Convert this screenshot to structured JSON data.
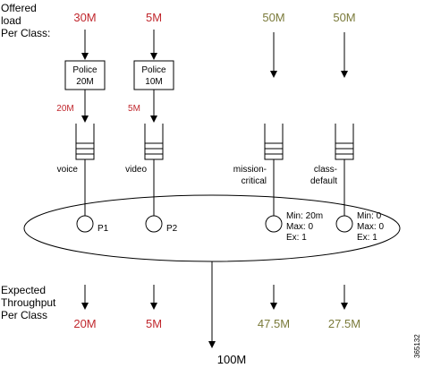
{
  "header_label": [
    "Offered",
    "load",
    "Per Class:"
  ],
  "footer_label": [
    "Expected",
    "Throughput",
    "Per Class"
  ],
  "total": "100M",
  "figure_id": "365132",
  "colors": {
    "line": "#000000",
    "red": "#c0272d",
    "olive": "#7a7a3a"
  },
  "classes": [
    {
      "offered": "30M",
      "offered_color": "red",
      "police": [
        "Police",
        "20M"
      ],
      "after_police": "20M",
      "queue_label": [
        "voice"
      ],
      "node": "P1",
      "node_info": [],
      "throughput": "20M",
      "throughput_color": "red"
    },
    {
      "offered": "5M",
      "offered_color": "red",
      "police": [
        "Police",
        "10M"
      ],
      "after_police": "5M",
      "queue_label": [
        "video"
      ],
      "node": "P2",
      "node_info": [],
      "throughput": "5M",
      "throughput_color": "red"
    },
    {
      "offered": "50M",
      "offered_color": "olive",
      "police": [],
      "after_police": "",
      "queue_label": [
        "mission-",
        "critical"
      ],
      "node": "",
      "node_info": [
        "Min: 20m",
        "Max: 0",
        "Ex: 1"
      ],
      "throughput": "47.5M",
      "throughput_color": "olive"
    },
    {
      "offered": "50M",
      "offered_color": "olive",
      "police": [],
      "after_police": "",
      "queue_label": [
        "class-",
        "default"
      ],
      "node": "",
      "node_info": [
        "Min: 0",
        "Max: 0",
        "Ex: 1"
      ],
      "throughput": "27.5M",
      "throughput_color": "olive"
    }
  ]
}
